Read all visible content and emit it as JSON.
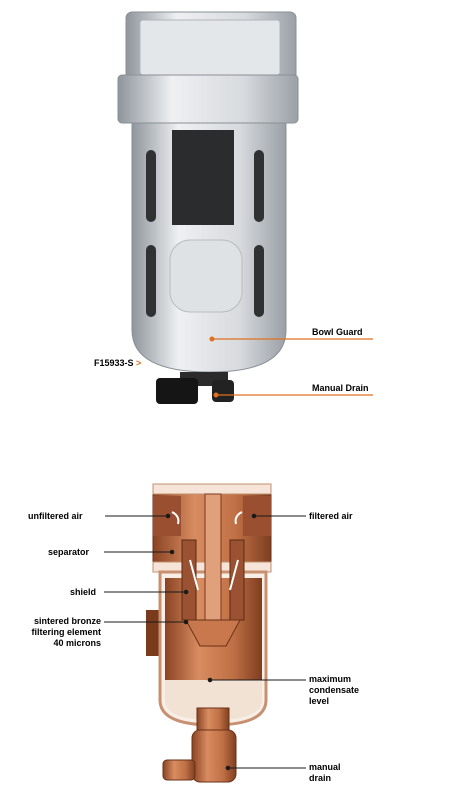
{
  "top": {
    "bowl_guard_label": "Bowl Guard",
    "manual_drain_label": "Manual Drain",
    "part_number": "F15933-S",
    "part_arrow": ">"
  },
  "bottom": {
    "unfiltered_air": "unfiltered air",
    "filtered_air": "filtered air",
    "separator": "separator",
    "shield": "shield",
    "sintered_line1": "sintered bronze",
    "sintered_line2": "filtering element",
    "sintered_line3": "40 microns",
    "max_line1": "maximum",
    "max_line2": "condensate",
    "max_line3": "level",
    "drain_line1": "manual",
    "drain_line2": "drain"
  },
  "colors": {
    "leader_orange": "#e07020",
    "copper": "#b8643a",
    "copper_dark": "#7a3a1c",
    "metal": "#c9cdd2"
  }
}
